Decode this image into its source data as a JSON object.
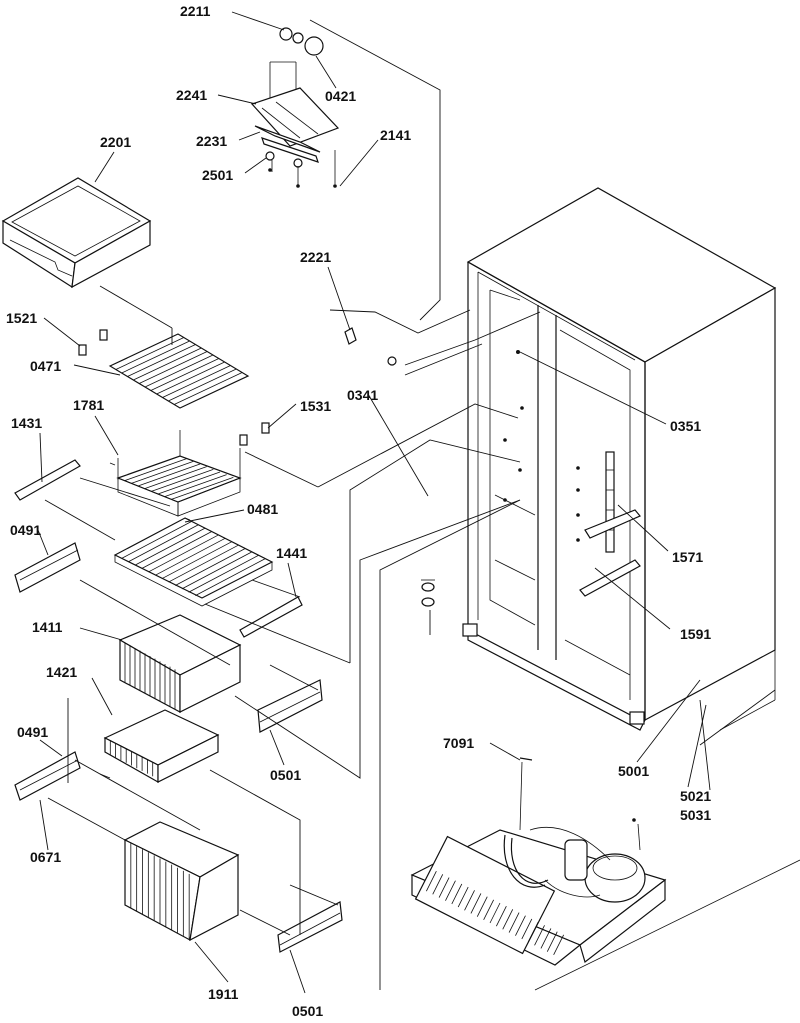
{
  "callouts": {
    "c2211": "2211",
    "c0421": "0421",
    "c2241": "2241",
    "c2231": "2231",
    "c2141": "2141",
    "c2501": "2501",
    "c2201": "2201",
    "c2221": "2221",
    "c1521": "1521",
    "c0471": "0471",
    "c0341": "0341",
    "c0351": "0351",
    "c1781": "1781",
    "c1531": "1531",
    "c1431": "1431",
    "c0481": "0481",
    "c0491a": "0491",
    "c1441": "1441",
    "c1571": "1571",
    "c1411": "1411",
    "c1591": "1591",
    "c1421": "1421",
    "c0501a": "0501",
    "c0491b": "0491",
    "c7091": "7091",
    "c5001": "5001",
    "c5021": "5021",
    "c5031": "5031",
    "c0671": "0671",
    "c1911": "1911",
    "c0501b": "0501"
  }
}
